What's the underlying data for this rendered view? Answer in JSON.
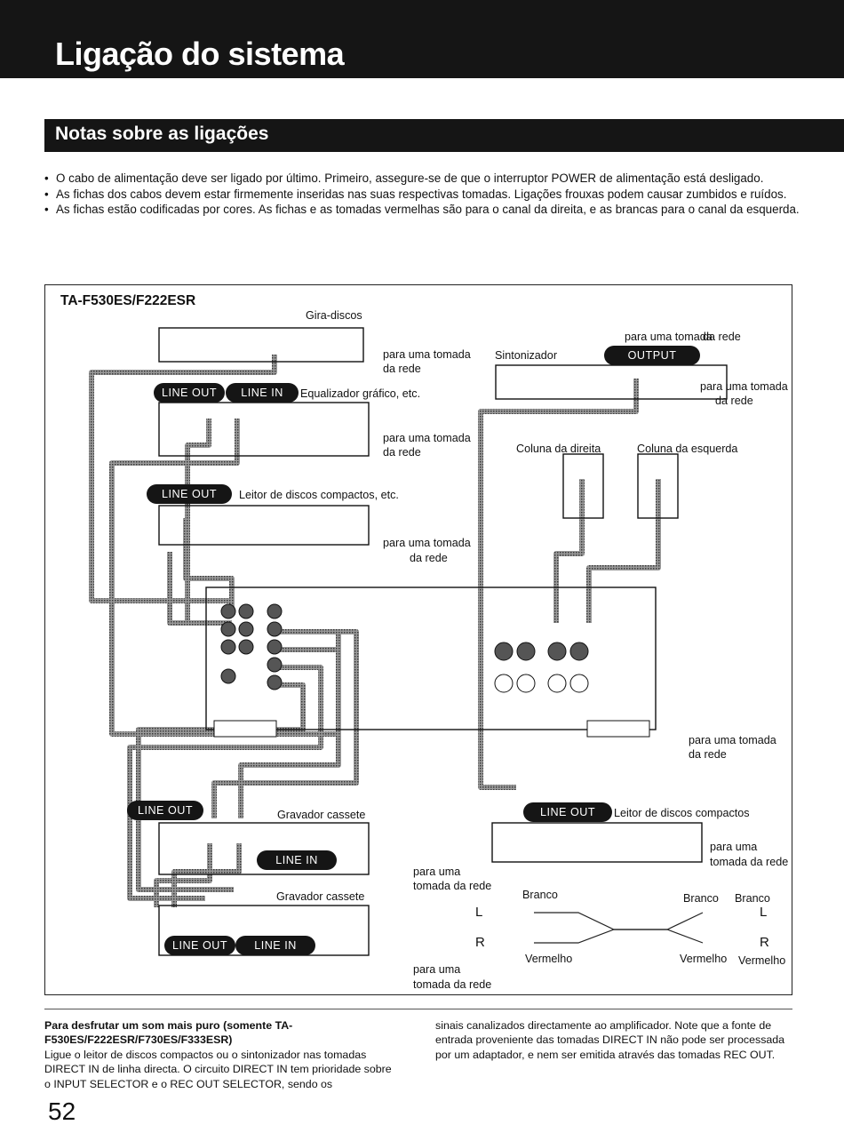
{
  "header": {
    "title": "Ligação do sistema"
  },
  "section": {
    "title": "Notas sobre as ligações"
  },
  "notes": [
    "O cabo de alimentação deve ser ligado por último.  Primeiro, assegure-se de que o interruptor POWER de alimentação está desligado.",
    "As fichas dos cabos devem estar firmemente inseridas nas suas respectivas tomadas. Ligações frouxas podem causar zumbidos e ruídos.",
    "As fichas estão codificadas por cores.  As fichas e as tomadas vermelhas são para o canal da direita, e as brancas para o canal da esquerda."
  ],
  "diagram": {
    "model": "TA-F530ES/F222ESR",
    "turntable": "Gira-discos",
    "outlet_1": "para uma tomada",
    "outlet_2": "da rede",
    "outlet_short": "para uma",
    "outlet_short_2": "tomada da rede",
    "tuner": "Sintonizador",
    "equalizer": "Equalizador gráfico, etc.",
    "cd_player_etc": "Leitor de discos compactos, etc.",
    "speaker_right": "Coluna da direita",
    "speaker_left": "Coluna da esquerda",
    "cassette": "Gravador cassete",
    "cd_player": "Leitor de discos compactos",
    "pills": {
      "line_out": "LINE OUT",
      "line_in": "LINE IN",
      "output": "OUTPUT"
    },
    "legend": {
      "white": "Branco",
      "red": "Vermelho",
      "l": "L",
      "r": "R"
    }
  },
  "footer": {
    "left_title": "Para desfrutar um som mais puro (somente TA-F530ES/F222ESR/F730ES/F333ESR)",
    "left_body": "Ligue o leitor de discos compactos ou o sintonizador nas tomadas DIRECT IN de linha directa.  O circuito DIRECT IN tem prioridade sobre o INPUT SELECTOR e o REC OUT SELECTOR, sendo os",
    "right_body": "sinais canalizados directamente ao amplificador.  Note que a fonte de entrada proveniente das tomadas DIRECT IN não pode ser processada por um adaptador, e nem ser emitida através das tomadas REC OUT."
  },
  "page_number": "52"
}
